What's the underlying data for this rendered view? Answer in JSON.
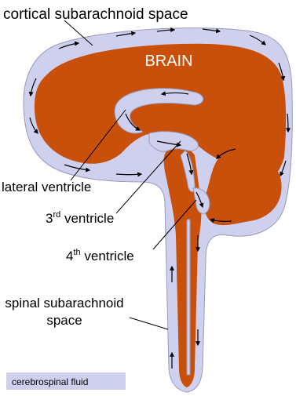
{
  "title": "",
  "labels": {
    "cortical": "cortical subarachnoid space",
    "brain": "BRAIN",
    "lateral": "lateral ventricle",
    "third_num": "3",
    "third_sup": "rd",
    "third_rest": " ventricle",
    "fourth_num": "4",
    "fourth_sup": "th",
    "fourth_rest": " ventricle",
    "spinal_line1": "spinal subarachnoid",
    "spinal_line2": "space"
  },
  "legend": {
    "label": "cerebrospinal fluid"
  },
  "colors": {
    "csf": "#cfd0ee",
    "brain_tissue": "#c8500a",
    "outline": "#9a9ab8",
    "arrow": "#000000",
    "brain_text": "#ffffff"
  }
}
